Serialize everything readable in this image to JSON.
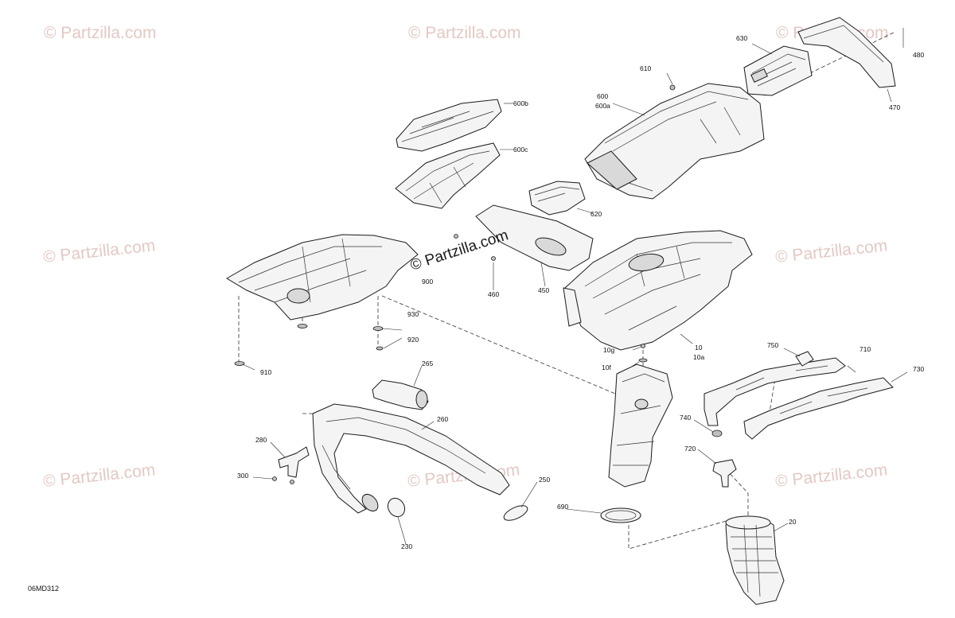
{
  "watermarks": [
    {
      "id": "tl",
      "text": "© Partzilla.com"
    },
    {
      "id": "tc",
      "text": "© Partzilla.com"
    },
    {
      "id": "tr",
      "text": "© Partzilla.com"
    },
    {
      "id": "ml",
      "text": "© Partzilla.com"
    },
    {
      "id": "mr",
      "text": "© Partzilla.com"
    },
    {
      "id": "bl",
      "text": "© Partzilla.com"
    },
    {
      "id": "bc",
      "text": "© Partzilla.com"
    },
    {
      "id": "br",
      "text": "© Partzilla.com"
    }
  ],
  "center_watermark": "© Partzilla.com",
  "diagram_code": "06MD312",
  "callouts": {
    "c630": "630",
    "c480": "480",
    "c470": "470",
    "c610": "610",
    "c600": "600",
    "c600a": "600a",
    "c600b": "600b",
    "c600c": "600c",
    "c620": "620",
    "c900": "900",
    "c460": "460",
    "c450": "450",
    "c930": "930",
    "c920": "920",
    "c910": "910",
    "c10": "10",
    "c10a": "10a",
    "c10g": "10g",
    "c10f": "10f",
    "c750": "750",
    "c710": "710",
    "c730": "730",
    "c265": "265",
    "c260": "260",
    "c280": "280",
    "c300": "300",
    "c250": "250",
    "c230": "230",
    "c690": "690",
    "c740": "740",
    "c720": "720",
    "c20": "20"
  }
}
